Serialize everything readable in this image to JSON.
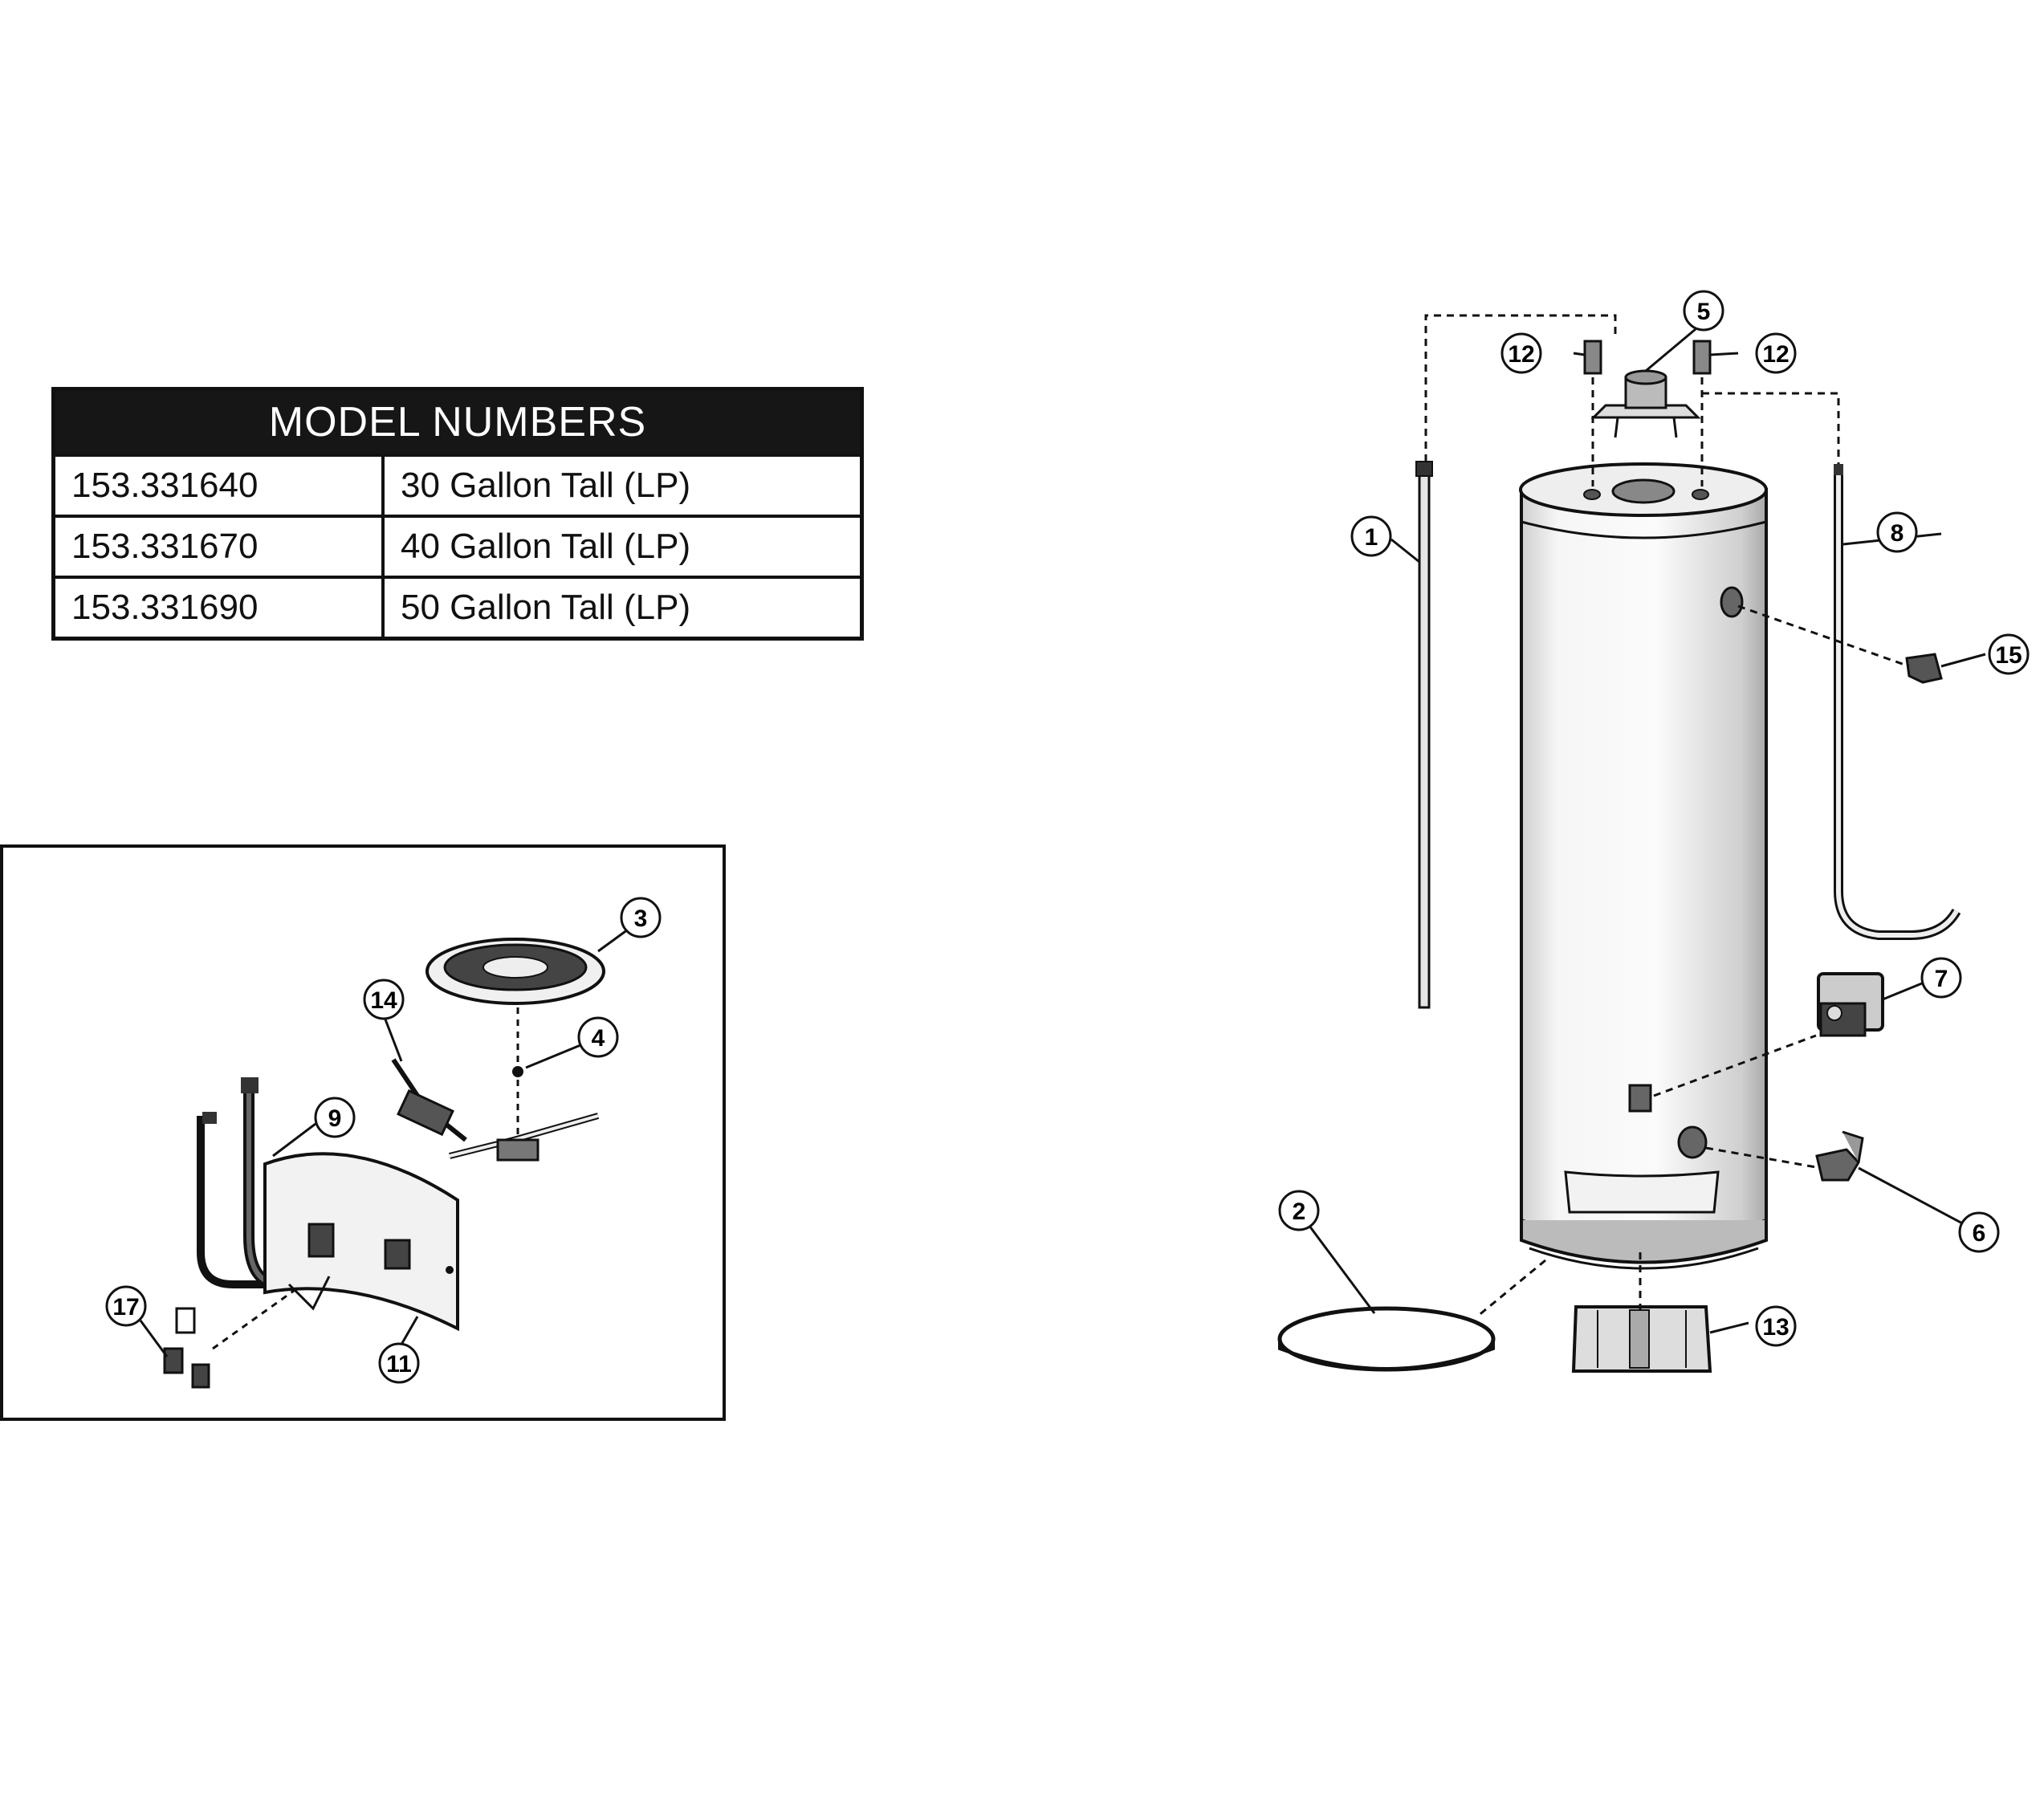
{
  "model_table": {
    "header": "MODEL NUMBERS",
    "rows": [
      {
        "model": "153.331640",
        "description": "30 Gallon Tall (LP)"
      },
      {
        "model": "153.331670",
        "description": "40 Gallon Tall (LP)"
      },
      {
        "model": "153.331690",
        "description": "50 Gallon Tall (LP)"
      }
    ]
  },
  "callouts": {
    "c1": "1",
    "c2": "2",
    "c3": "3",
    "c4": "4",
    "c5": "5",
    "c6": "6",
    "c7": "7",
    "c8": "8",
    "c9": "9",
    "c11": "11",
    "c12a": "12",
    "c12b": "12",
    "c13": "13",
    "c14": "14",
    "c15": "15",
    "c17": "17"
  }
}
